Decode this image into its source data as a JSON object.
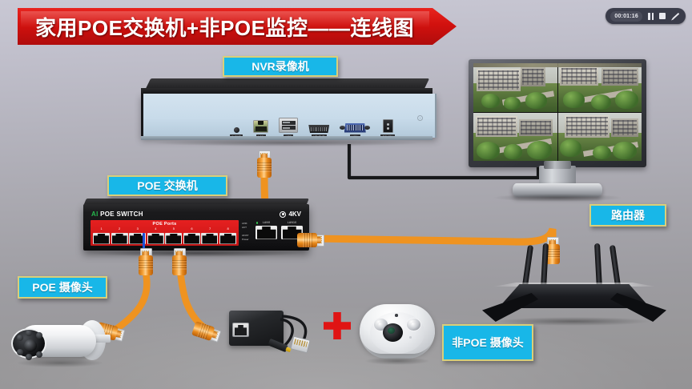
{
  "title_banner": {
    "text": "家用POE交换机+非POE监控——连线图",
    "bg_color": "#d2110e",
    "text_color": "#ffffff"
  },
  "recorder_widget": {
    "timestamp": "00:01:16",
    "pause_icon": "pause-icon",
    "stop_icon": "stop-icon",
    "edit_icon": "pencil-icon",
    "bg_color": "#3a3c4a"
  },
  "labels": {
    "nvr": "NVR录像机",
    "poe_switch": "POE 交换机",
    "router": "路由器",
    "poe_camera": "POE 摄像头",
    "non_poe_camera": "非POE 摄像头",
    "accent_color": "#18b7e8",
    "border_color": "#d8cf7a"
  },
  "nvr_device": {
    "ports": [
      {
        "name": "audio-out-port",
        "label": "A-OUT",
        "icon": "audio-jack-icon"
      },
      {
        "name": "lan-port",
        "label": "LAN",
        "icon": "rj45-icon"
      },
      {
        "name": "usb-port",
        "label": "USB",
        "icon": "usb-icon"
      },
      {
        "name": "hdmi-port",
        "label": "HD-OUT",
        "icon": "hdmi-icon"
      },
      {
        "name": "vga-port",
        "label": "VGA",
        "icon": "vga-icon"
      },
      {
        "name": "power-port",
        "label": "DC-12V",
        "icon": "dc-power-icon"
      }
    ]
  },
  "poe_switch_device": {
    "brand_ai": "AI",
    "brand_name": "POE SWITCH",
    "surge_rating": "4KV",
    "poe_section_title": "POE Ports",
    "poe_port_numbers": [
      "1",
      "2",
      "3",
      "4",
      "5",
      "6",
      "7",
      "8"
    ],
    "led_labels": [
      "LINK",
      "ACT",
      "AF/AT",
      "Power"
    ],
    "uplink_ports": [
      {
        "name": "uplink-port-lan9",
        "label": "LAN9"
      },
      {
        "name": "uplink-port-lan10",
        "label": "LAN10"
      }
    ],
    "body_color": "#141416",
    "poe_block_color": "#e62020"
  },
  "monitor": {
    "channel_count": 4,
    "view_mode": "quad-view",
    "scene": "apartment buildings and trees"
  },
  "router_device": {
    "antenna_count": 4,
    "body_color": "#0d0e11"
  },
  "cameras": {
    "bullet": {
      "name": "poe-bullet-camera",
      "ir_led_count": 6
    },
    "dome": {
      "name": "non-poe-dome-camera",
      "ir_led_count": 2
    }
  },
  "accessories": {
    "splitter": {
      "name": "poe-splitter",
      "outputs": [
        "dc-barrel-plug",
        "rj45-plug"
      ]
    },
    "plus_symbol": "+"
  },
  "cables": {
    "ethernet_color": "#f09320",
    "video_cable_color": "#17181a"
  }
}
